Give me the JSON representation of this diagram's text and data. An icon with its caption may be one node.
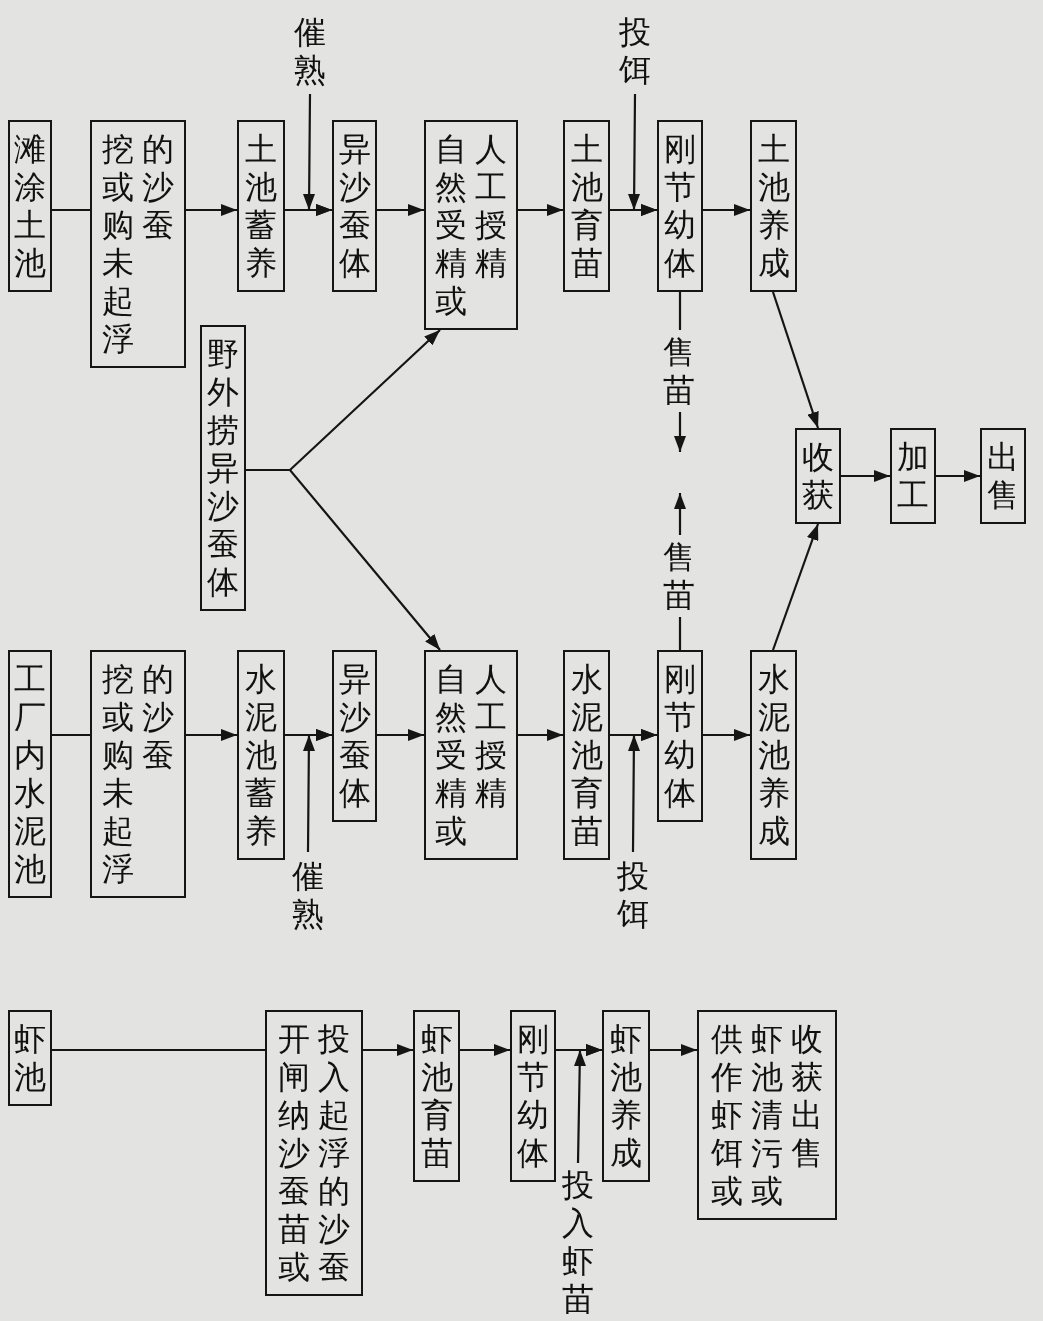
{
  "diagram": {
    "nodes": [
      {
        "text": [
          "滩涂土池"
        ]
      },
      {
        "text": [
          "挖或购未起浮的沙蚕"
        ]
      },
      {
        "text": [
          "土池蓄养"
        ]
      },
      {
        "text": [
          "异沙蚕体"
        ]
      },
      {
        "text": [
          "自然受精或人工授精"
        ]
      },
      {
        "text": [
          "土池育苗"
        ]
      },
      {
        "text": [
          "刚节幼体"
        ]
      },
      {
        "text": [
          "土池养成"
        ]
      },
      {
        "text": [
          "野外捞异沙蚕体"
        ]
      },
      {
        "text": [
          "收获"
        ]
      },
      {
        "text": [
          "加工"
        ]
      },
      {
        "text": [
          "出售"
        ]
      },
      {
        "text": [
          "工厂内水泥池"
        ]
      },
      {
        "text": [
          "挖或购未起浮的沙蚕"
        ]
      },
      {
        "text": [
          "水泥池蓄养"
        ]
      },
      {
        "text": [
          "异沙蚕体"
        ]
      },
      {
        "text": [
          "自然受精或人工授精"
        ]
      },
      {
        "text": [
          "水泥池育苗"
        ]
      },
      {
        "text": [
          "刚节幼体"
        ]
      },
      {
        "text": [
          "水泥池养成"
        ]
      },
      {
        "text": [
          "虾池"
        ]
      },
      {
        "text": [
          "开闸纳沙蚕苗或投入起浮的沙蚕"
        ]
      },
      {
        "text": [
          "虾池育苗"
        ]
      },
      {
        "text": [
          "刚节幼体"
        ]
      },
      {
        "text": [
          "虾池养成"
        ]
      },
      {
        "text": [
          "供作虾饵或虾池清污或收获出售"
        ]
      },
      {
        "text": [
          "催熟"
        ]
      },
      {
        "text": [
          "投饵"
        ]
      },
      {
        "text": [
          "催熟"
        ]
      },
      {
        "text": [
          "投饵"
        ]
      },
      {
        "text": [
          "投入虾苗"
        ]
      }
    ],
    "edges": [
      {
        "from": 0,
        "to": 1,
        "arrow": "none"
      },
      {
        "from": 1,
        "to": 2,
        "arrow": "to"
      },
      {
        "from": 2,
        "to": 3,
        "arrow": "to"
      },
      {
        "from": 3,
        "to": 4,
        "arrow": "to"
      },
      {
        "from": 4,
        "to": 5,
        "arrow": "to"
      },
      {
        "from": 5,
        "to": 6,
        "arrow": "to"
      },
      {
        "from": 6,
        "to": 7,
        "arrow": "to"
      },
      {
        "from": 26,
        "to": 3,
        "arrow": "to"
      },
      {
        "from": 27,
        "to": 6,
        "arrow": "to"
      },
      {
        "from": 6,
        "to": null,
        "arrow": "to",
        "label": "售苗"
      },
      {
        "from": 7,
        "to": 9,
        "arrow": "to"
      },
      {
        "from": 8,
        "to": 4,
        "arrow": "to"
      },
      {
        "from": 8,
        "to": 16,
        "arrow": "to"
      },
      {
        "from": 9,
        "to": 10,
        "arrow": "to"
      },
      {
        "from": 10,
        "to": 11,
        "arrow": "to"
      },
      {
        "from": 12,
        "to": 13,
        "arrow": "none"
      },
      {
        "from": 13,
        "to": 14,
        "arrow": "to"
      },
      {
        "from": 14,
        "to": 15,
        "arrow": "to"
      },
      {
        "from": 15,
        "to": 16,
        "arrow": "to"
      },
      {
        "from": 16,
        "to": 17,
        "arrow": "to"
      },
      {
        "from": 17,
        "to": 18,
        "arrow": "to"
      },
      {
        "from": 18,
        "to": 19,
        "arrow": "to"
      },
      {
        "from": 28,
        "to": 15,
        "arrow": "to"
      },
      {
        "from": 29,
        "to": 18,
        "arrow": "to"
      },
      {
        "from": 18,
        "to": null,
        "arrow": "to",
        "label": "售苗"
      },
      {
        "from": 19,
        "to": 9,
        "arrow": "to"
      },
      {
        "from": 20,
        "to": 21,
        "arrow": "none"
      },
      {
        "from": 21,
        "to": 22,
        "arrow": "to"
      },
      {
        "from": 22,
        "to": 23,
        "arrow": "to"
      },
      {
        "from": 23,
        "to": 24,
        "arrow": "to"
      },
      {
        "from": 24,
        "to": 25,
        "arrow": "to"
      },
      {
        "from": 30,
        "to": 24,
        "arrow": "to"
      }
    ]
  }
}
